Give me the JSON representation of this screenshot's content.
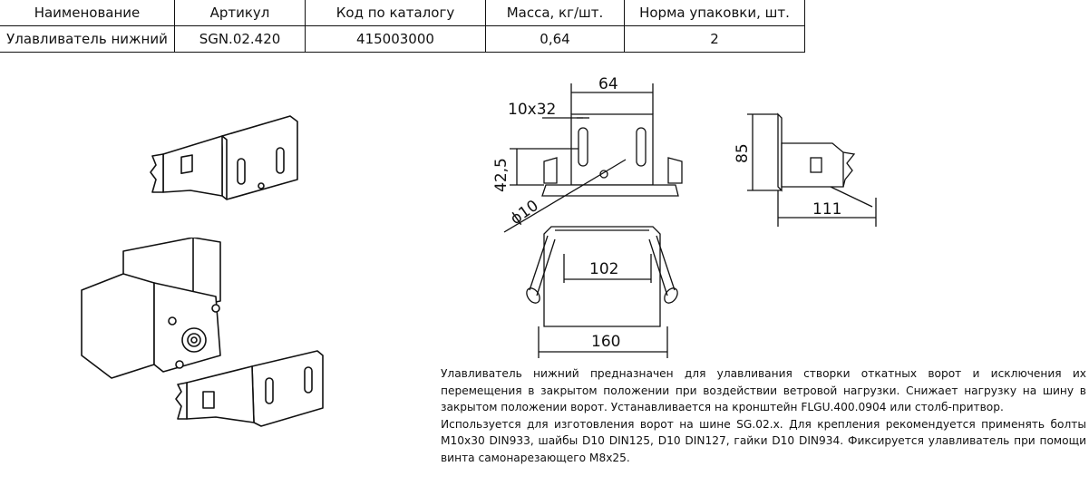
{
  "spec_table": {
    "headers": [
      "Наименование",
      "Артикул",
      "Код по каталогу",
      "Масса, кг/шт.",
      "Норма упаковки, шт."
    ],
    "row": [
      "Улавливатель нижний",
      "SGN.02.420",
      "415003000",
      "0,64",
      "2"
    ]
  },
  "drawing": {
    "dim_64": "64",
    "dim_10x32": "10x32",
    "dim_42_5": "42,5",
    "dim_phi10": "ϕ10",
    "dim_85": "85",
    "dim_111": "111",
    "dim_102": "102",
    "dim_160": "160"
  },
  "description": {
    "paragraph_1": "Улавливатель нижний предназначен для улавливания створки откатных ворот и исключения их перемещения в закрытом положении при воздействии ветровой нагрузки. Снижает нагрузку на шину в закрытом положении ворот. Устанавливается на кронштейн FLGU.400.0904 или столб-притвор.",
    "paragraph_2": "Используется для изготовления ворот на шине SG.02.x. Для крепления рекомендуется применять болты М10х30 DIN933, шайбы D10 DIN125, D10 DIN127, гайки D10 DIN934. Фиксируется улавливатель при помощи винта самонарезающего М8х25."
  }
}
